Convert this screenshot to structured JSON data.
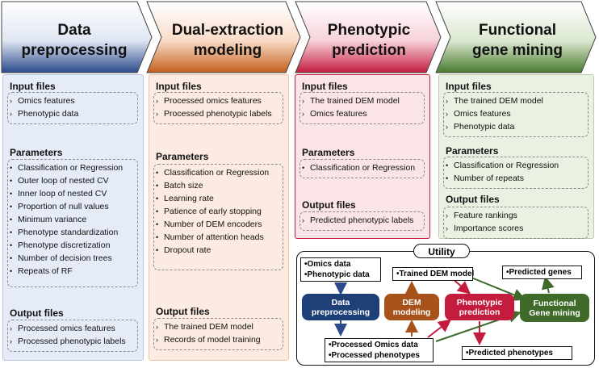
{
  "headers": [
    {
      "line1": "Data",
      "line2": "preprocessing"
    },
    {
      "line1": "Dual-extraction",
      "line2": "modeling"
    },
    {
      "line1": "Phenotypic",
      "line2": "prediction"
    },
    {
      "line1": "Functional",
      "line2": "gene mining"
    }
  ],
  "colors": {
    "stage1": "#2a4a8a",
    "stage2": "#c4601c",
    "stage3": "#c41c3e",
    "stage4": "#4a7a2e",
    "panel1": "#e6ecf7",
    "panel2": "#fcebe0",
    "panel3": "#fbe4e8",
    "panel4": "#e9f1e3"
  },
  "panels": [
    {
      "input_title": "Input files",
      "inputs": [
        "Omics features",
        "Phenotypic data"
      ],
      "params_title": "Parameters",
      "params": [
        "Classification or Regression",
        "Outer loop of nested CV",
        "Inner loop of nested CV",
        "Proportion of null values",
        "Minimum variance",
        "Phenotype standardization",
        "Phenotype discretization",
        "Number of decision trees",
        "Repeats of RF"
      ],
      "output_title": "Output files",
      "outputs": [
        "Processed omics features",
        "Processed phenotypic labels"
      ]
    },
    {
      "input_title": "Input files",
      "inputs": [
        "Processed omics features",
        "Processed phenotypic labels"
      ],
      "params_title": "Parameters",
      "params": [
        "Classification or Regression",
        "Batch size",
        "Learning rate",
        "Patience of early stopping",
        "Number of DEM encoders",
        "Number of attention heads",
        "Dropout rate"
      ],
      "output_title": "Output files",
      "outputs": [
        "The trained DEM model",
        "Records of model training"
      ]
    },
    {
      "input_title": "Input files",
      "inputs": [
        "The trained DEM model",
        "Omics features"
      ],
      "params_title": "Parameters",
      "params": [
        "Classification or Regression"
      ],
      "output_title": "Output files",
      "outputs": [
        "Predicted phenotypic labels"
      ]
    },
    {
      "input_title": "Input files",
      "inputs": [
        "The trained DEM model",
        "Omics features",
        "Phenotypic data"
      ],
      "params_title": "Parameters",
      "params": [
        "Classification or Regression",
        "Number of repeats"
      ],
      "output_title": "Output files",
      "outputs": [
        "Feature rankings",
        "Importance scores"
      ]
    }
  ],
  "utility": {
    "title": "Utility",
    "inputs_box": [
      "•Omics data",
      "•Phenotypic data"
    ],
    "trained_model": "•Trained DEM model",
    "predicted_genes": "•Predicted genes",
    "processed_box": [
      "•Processed Omics data",
      "•Processed phenotypes"
    ],
    "predicted_phenotypes": "•Predicted phenotypes",
    "nodes": {
      "preprocess": [
        "Data",
        "preprocessing"
      ],
      "modeling": [
        "DEM",
        "modeling"
      ],
      "prediction": [
        "Phenotypic",
        "prediction"
      ],
      "mining": [
        "Functional",
        "Gene mining"
      ]
    }
  }
}
